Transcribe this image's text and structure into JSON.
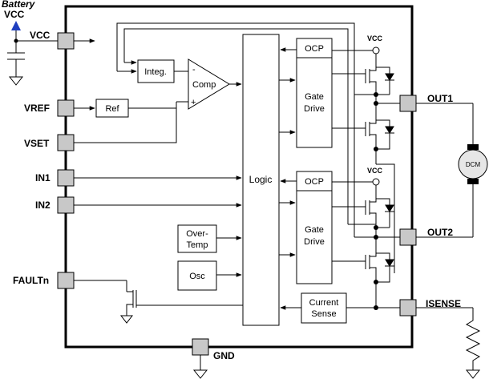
{
  "supply": {
    "battery_label": "Battery",
    "vcc_label": "VCC"
  },
  "pins": {
    "vcc": "VCC",
    "vref": "VREF",
    "vset": "VSET",
    "in1": "IN1",
    "in2": "IN2",
    "faultn": "FAULTn",
    "gnd": "GND",
    "out1": "OUT1",
    "out2": "OUT2",
    "isense": "ISENSE"
  },
  "blocks": {
    "integ": "Integ.",
    "comp": "Comp",
    "comp_minus": "-",
    "comp_plus": "+",
    "ref": "Ref",
    "logic": "Logic",
    "ocp_top": "OCP",
    "ocp_bottom": "OCP",
    "gate_drive_top": [
      "Gate",
      "Drive"
    ],
    "gate_drive_bottom": [
      "Gate",
      "Drive"
    ],
    "over_temp": [
      "Over-",
      "Temp"
    ],
    "osc": "Osc",
    "current_sense": [
      "Current",
      "Sense"
    ]
  },
  "rail_labels": {
    "vcc_top": "VCC",
    "vcc_bottom": "VCC"
  },
  "motor_label": "DCM",
  "colors": {
    "battery_arrow": "#1f3fbf",
    "pin_fill": "#c8c8c8",
    "motor_fill": "#e6e6e6"
  }
}
